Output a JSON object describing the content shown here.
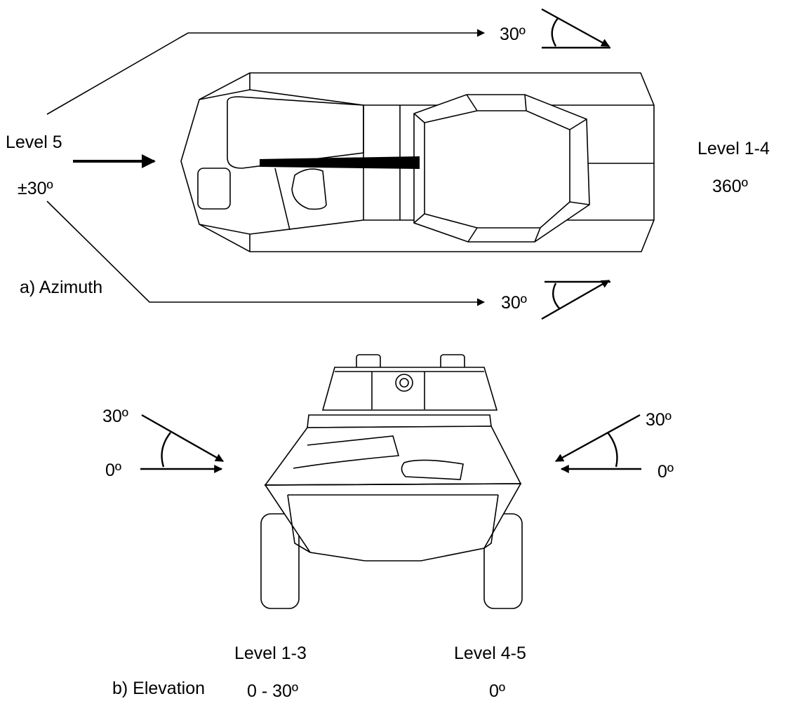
{
  "azimuth": {
    "caption": "a) Azimuth",
    "left_level": "Level 5",
    "left_angle": "±30º",
    "right_level": "Level 1-4",
    "right_angle": "360º",
    "top_angle": "30º",
    "bottom_angle": "30º"
  },
  "elevation": {
    "caption": "b) Elevation",
    "left_level": "Level 1-3",
    "left_range": "0 - 30º",
    "right_level": "Level 4-5",
    "right_range": "0º",
    "left_upper_angle": "30º",
    "left_lower_angle": "0º",
    "right_upper_angle": "30º",
    "right_lower_angle": "0º"
  }
}
